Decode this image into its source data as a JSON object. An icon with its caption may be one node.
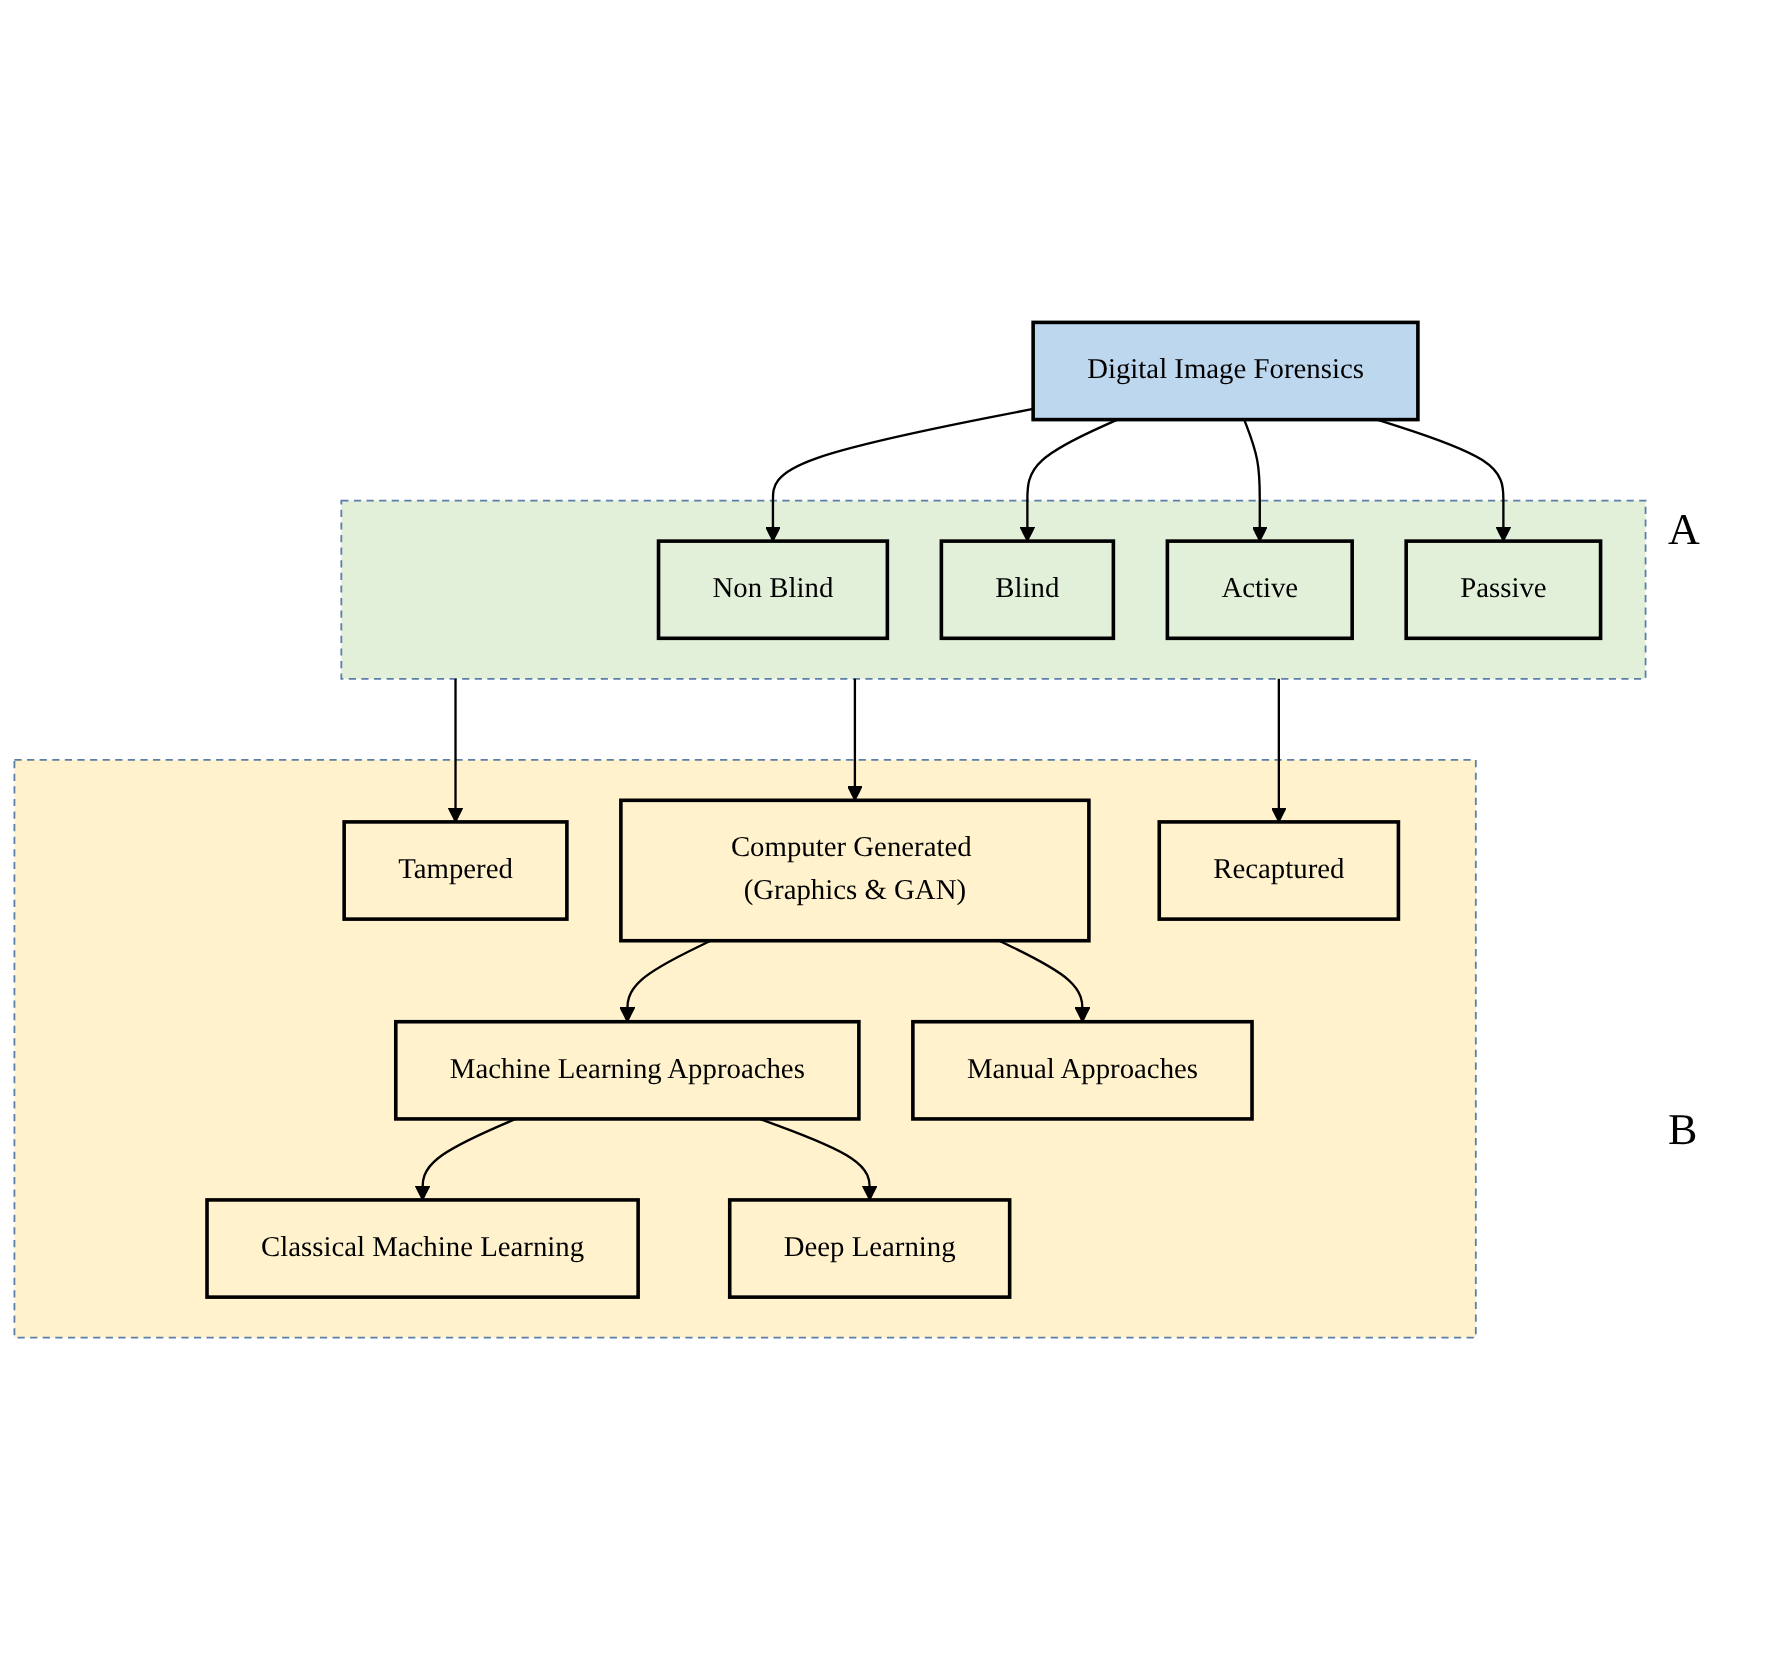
{
  "diagram": {
    "nodes": [
      {
        "text": [
          "Digital Image Forensics"
        ]
      },
      {
        "text": [],
        "shape": "box"
      },
      {
        "text": [
          "Non Blind"
        ],
        "in": 1
      },
      {
        "text": [
          "Blind"
        ],
        "in": 1
      },
      {
        "text": [
          "Active"
        ],
        "in": 1
      },
      {
        "text": [
          "Passive"
        ],
        "in": 1
      },
      {
        "text": [],
        "shape": "box"
      },
      {
        "text": [
          "Tampered"
        ],
        "in": 6
      },
      {
        "text": [
          "Computer Generated (Graphics & GAN)"
        ],
        "in": 6
      },
      {
        "text": [
          "Recaptured"
        ],
        "in": 6
      },
      {
        "text": [
          "Machine Learning Approaches"
        ],
        "in": 6
      },
      {
        "text": [
          "Manual Approaches"
        ],
        "in": 6
      },
      {
        "text": [
          "Classical Machine Learning"
        ],
        "in": 6
      },
      {
        "text": [
          "Deep Learning"
        ],
        "in": 6
      }
    ],
    "edges": [
      {
        "from": 0,
        "to": 2,
        "arrow": "to"
      },
      {
        "from": 0,
        "to": 3,
        "arrow": "to"
      },
      {
        "from": 0,
        "to": 4,
        "arrow": "to"
      },
      {
        "from": 0,
        "to": 5,
        "arrow": "to"
      },
      {
        "from": 1,
        "to": 7,
        "arrow": "to"
      },
      {
        "from": 1,
        "to": 8,
        "arrow": "to"
      },
      {
        "from": 1,
        "to": 9,
        "arrow": "to"
      },
      {
        "from": 8,
        "to": 10,
        "arrow": "to"
      },
      {
        "from": 8,
        "to": 11,
        "arrow": "to"
      },
      {
        "from": 10,
        "to": 12,
        "arrow": "to"
      },
      {
        "from": 10,
        "to": 13,
        "arrow": "to"
      }
    ],
    "labels": [
      "A",
      "B"
    ]
  }
}
